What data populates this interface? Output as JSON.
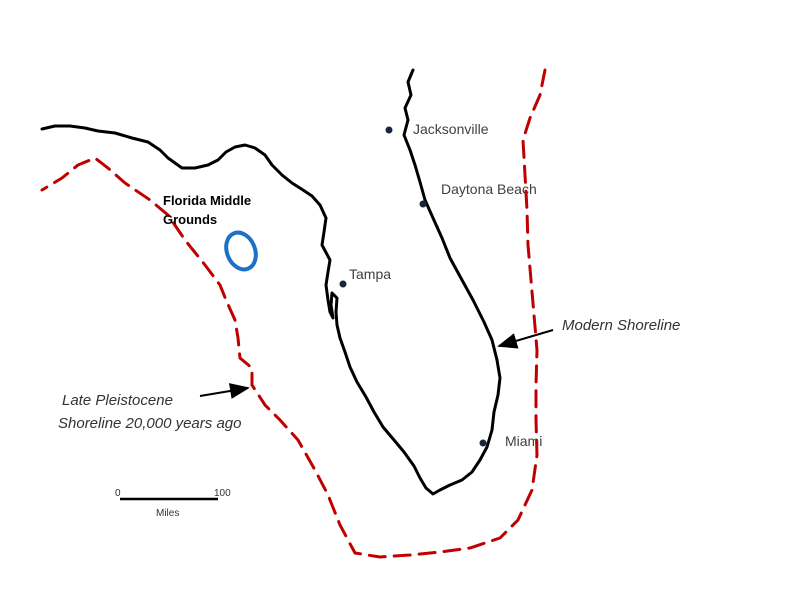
{
  "colors": {
    "modern_shoreline": "#000000",
    "pleistocene_shoreline": "#c00000",
    "middle_grounds": "#1e6fc8",
    "city_dot": "#1a2440"
  },
  "cities": [
    {
      "name": "Jacksonville"
    },
    {
      "name": "Daytona Beach"
    },
    {
      "name": "Tampa"
    },
    {
      "name": "Miami"
    }
  ],
  "features": {
    "middle_grounds_line1": "Florida Middle",
    "middle_grounds_line2": "Grounds"
  },
  "annotations": {
    "modern_shoreline": "Modern Shoreline",
    "pleistocene_line1": "Late Pleistocene",
    "pleistocene_line2": "Shoreline 20,000 years ago"
  },
  "scale_bar": {
    "start": "0",
    "end": "100",
    "unit": "Miles"
  }
}
